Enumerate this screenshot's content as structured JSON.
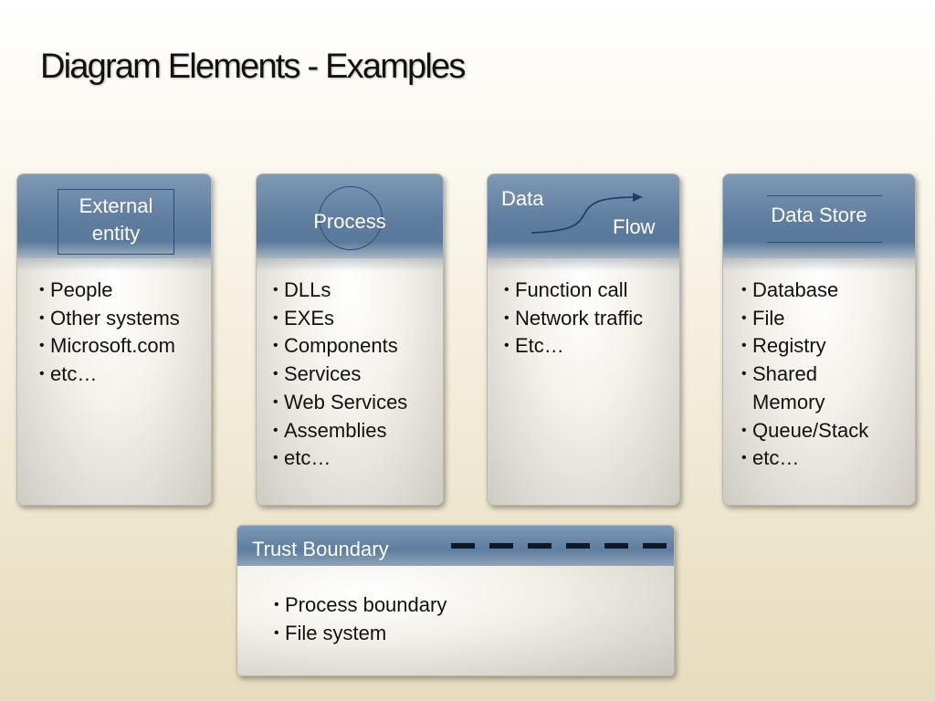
{
  "title": "Diagram Elements - Examples",
  "cards": {
    "external": {
      "label_line1": "External",
      "label_line2": "entity",
      "items": [
        "People",
        "Other systems",
        "Microsoft.com",
        "etc…"
      ]
    },
    "process": {
      "label": "Process",
      "items": [
        "DLLs",
        "EXEs",
        "Components",
        "Services",
        "Web Services",
        "Assemblies",
        "etc…"
      ]
    },
    "dataflow": {
      "label_data": "Data",
      "label_flow": "Flow",
      "items": [
        "Function call",
        "Network traffic",
        "Etc…"
      ]
    },
    "datastore": {
      "label": "Data Store",
      "items": [
        "Database",
        "File",
        "Registry",
        "Shared Memory",
        "Queue/Stack",
        "etc…"
      ]
    },
    "trust": {
      "label": "Trust Boundary",
      "items": [
        "Process boundary",
        "File system"
      ]
    }
  },
  "colors": {
    "header_blue": "#5e7d9f",
    "shape_stroke": "#2b4f7a",
    "dash": "#0e1a2b"
  }
}
